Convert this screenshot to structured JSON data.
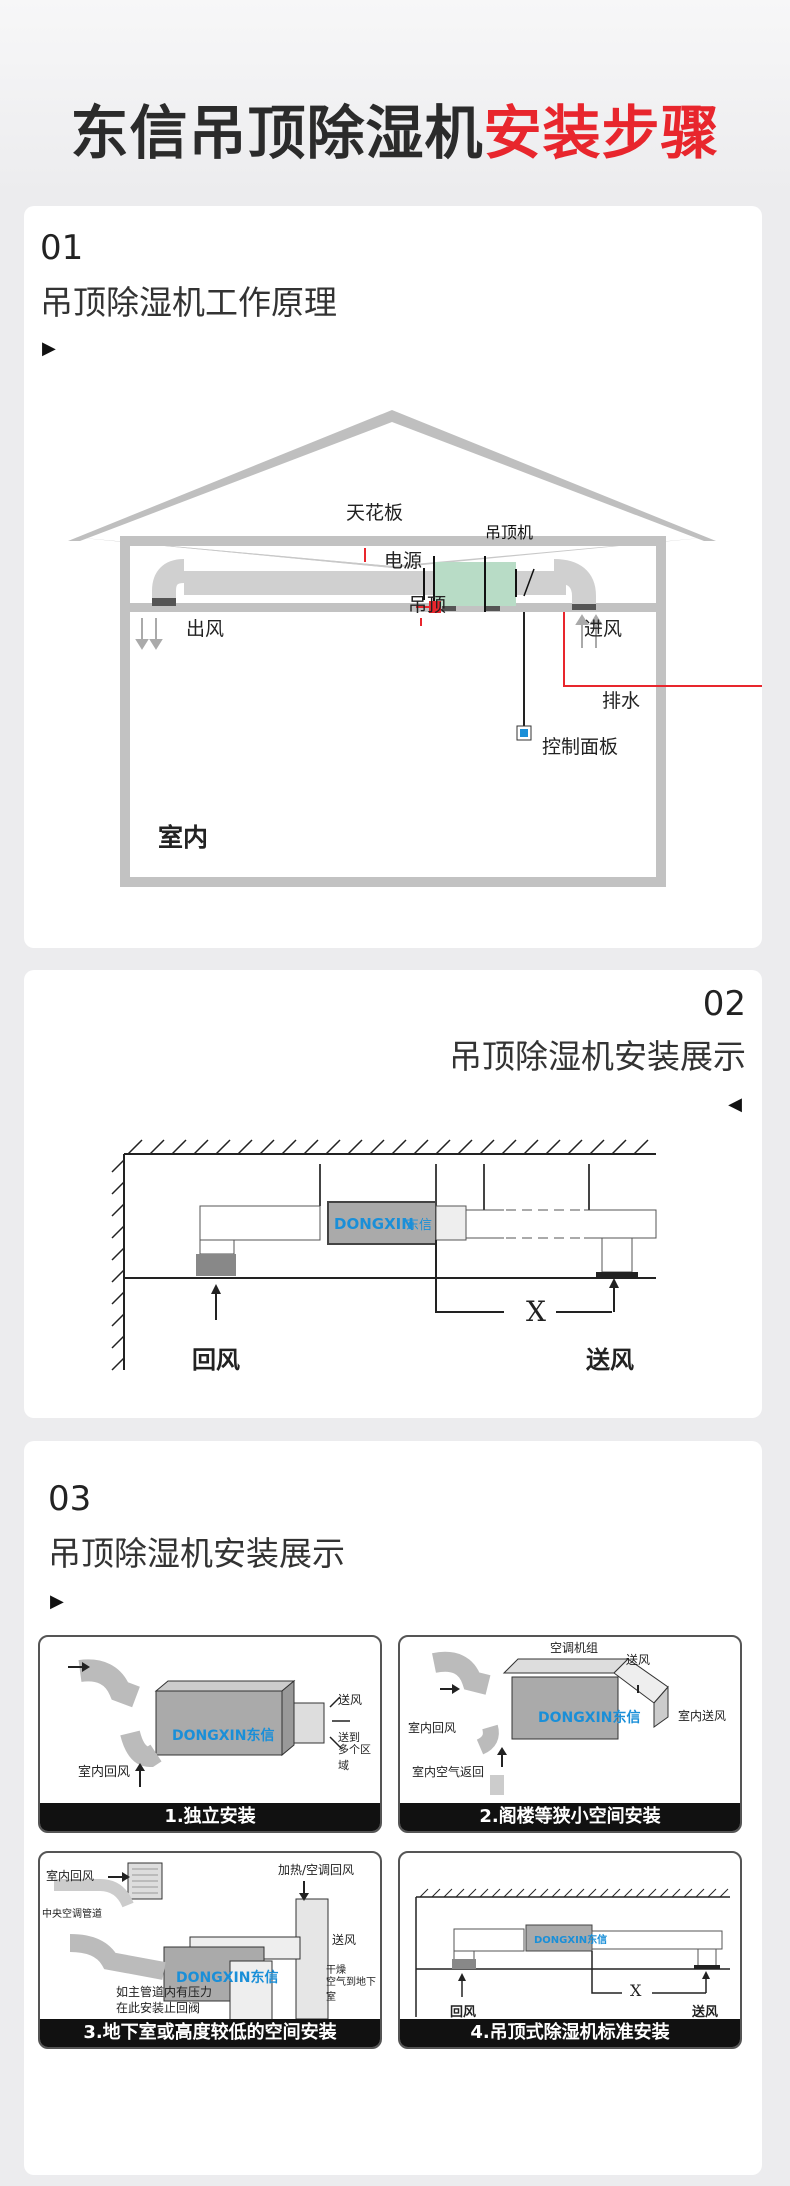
{
  "header": {
    "title_black": "东信吊顶除湿机",
    "title_red": "安装步骤"
  },
  "colors": {
    "accent": "#e8262d",
    "brand_blue": "#1a8fd8",
    "unit_green": "#b8dcc6"
  },
  "section1": {
    "num": "01",
    "title": "吊顶除湿机工作原理",
    "arrow": "▶",
    "labels": {
      "ceiling": "天花板",
      "unit": "吊顶机",
      "power": "电源",
      "hanger": "吊顶",
      "outlet": "出风",
      "inlet": "进风",
      "drain": "排水",
      "panel": "控制面板",
      "room": "室内"
    }
  },
  "section2": {
    "num": "02",
    "title": "吊顶除湿机安装展示",
    "arrow": "◀",
    "brand": "DONGXIN",
    "brand_cn": "东信",
    "labels": {
      "return": "回风",
      "supply": "送风",
      "x": "X"
    }
  },
  "section3": {
    "num": "03",
    "title": "吊顶除湿机安装展示",
    "arrow": "▶",
    "brand": "DONGXIN",
    "brand_cn": "东信",
    "panels": [
      {
        "caption": "1.独立安装",
        "labels": {
          "supply": "送风",
          "multi": "送到",
          "multi2": "多个区域",
          "return": "室内回风"
        }
      },
      {
        "caption": "2.阁楼等狭小空间安装",
        "labels": {
          "ac": "空调机组",
          "supply": "送风",
          "room_supply": "室内送风",
          "room_return": "室内回风",
          "air_return": "室内空气返回"
        }
      },
      {
        "caption": "3.地下室或高度较低的空间安装",
        "labels": {
          "room_return": "室内回风",
          "heat": "加热/空调回风",
          "central": "中央空调管道",
          "supply": "送风",
          "basement": "干燥",
          "basement2": "空气到地下室",
          "note1": "如主管道内有压力",
          "note2": "在此安装止回阀"
        }
      },
      {
        "caption": "4.吊顶式除湿机标准安装",
        "labels": {
          "return": "回风",
          "supply": "送风",
          "x": "X"
        }
      }
    ]
  }
}
